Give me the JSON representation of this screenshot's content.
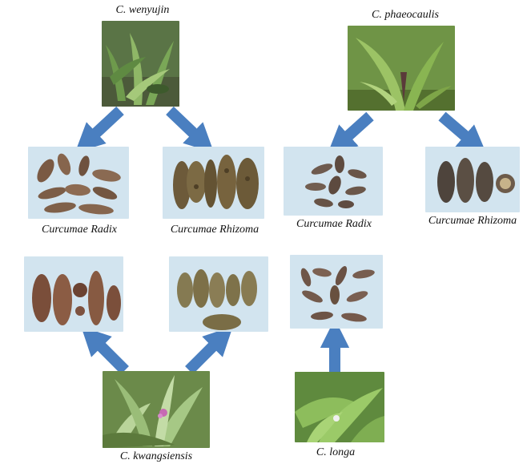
{
  "species": {
    "wenyujin": "C. wenyujin",
    "phaeocaulis": "C. phaeocaulis",
    "kwangsiensis": "C. kwangsiensis",
    "longa": "C. longa"
  },
  "products": {
    "radix_1": "Curcumae Radix",
    "rhizoma_1": "Curcumae Rhizoma",
    "radix_2": "Curcumae Radix",
    "rhizoma_2": "Curcumae Rhizoma"
  },
  "colors": {
    "arrow": "#4a7fc0",
    "photo_bg": "#cfe2ef",
    "plant_green": "#3f6b2e",
    "root_brown": "#6b4f3c"
  }
}
